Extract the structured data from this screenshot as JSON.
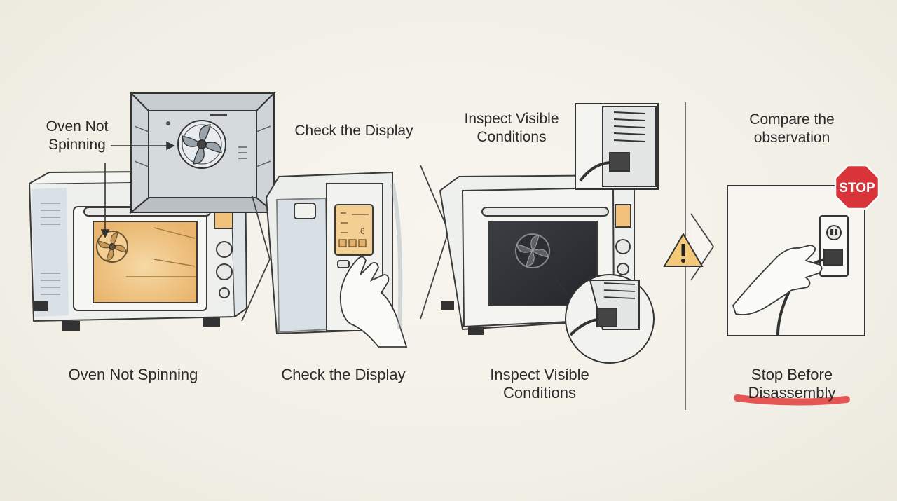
{
  "callouts": {
    "oven_not_spinning": "Oven Not\nSpinning",
    "check_display": "Check the Display",
    "inspect_visible": "Inspect Visible\nConditions",
    "compare": "Compare the\nobservation"
  },
  "steps": [
    {
      "label": "Oven Not Spinning"
    },
    {
      "label": "Check the Display"
    },
    {
      "label": "Inspect Visible\nConditions"
    },
    {
      "label": "Stop Before\nDisassembly"
    }
  ],
  "stop_sign": "STOP",
  "display_digit": "6",
  "colors": {
    "warm_glow": "#f2c27a",
    "warning_yellow": "#f3c978",
    "stop_red": "#d9343a",
    "highlight_red": "#e23b3b"
  },
  "icons": [
    "fan-icon",
    "warning-icon",
    "stop-sign-icon",
    "power-plug-icon",
    "outlet-icon",
    "hand-icon"
  ]
}
